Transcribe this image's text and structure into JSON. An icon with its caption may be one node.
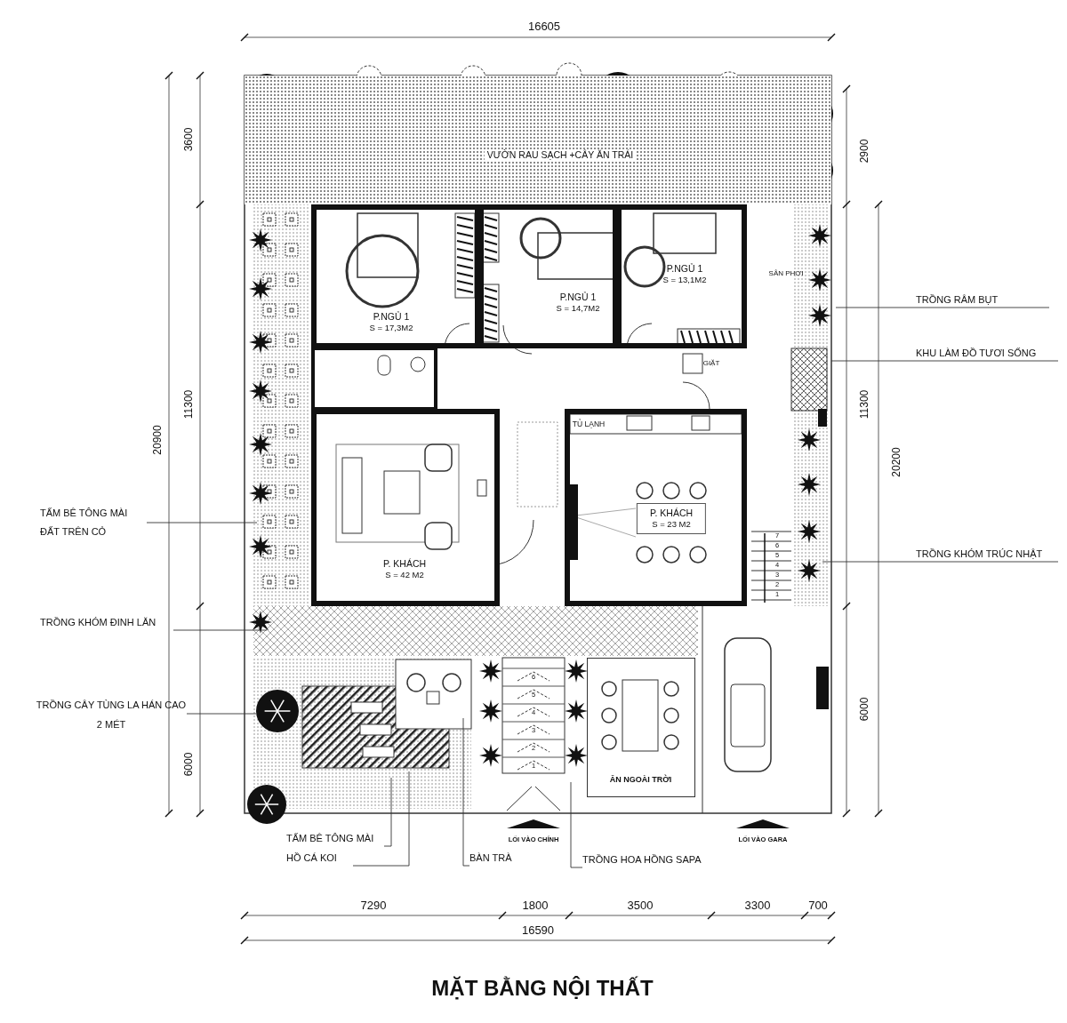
{
  "diagram": {
    "title": "MẶT BẰNG NỘI THẤT",
    "nodes": [
      {
        "text": [
          "VƯỜN RAU SẠCH +CÂY ĂN TRÁI"
        ]
      },
      {
        "text": [
          "P.NGỦ 1",
          "S = 17,3M2"
        ]
      },
      {
        "text": [
          "P.NGỦ 1",
          "S = 14,7M2"
        ]
      },
      {
        "text": [
          "P.NGỦ 1",
          "S = 13,1M2"
        ]
      },
      {
        "text": [
          "P. KHÁCH",
          "S = 42 M2"
        ]
      },
      {
        "text": [
          "P. KHÁCH",
          "S = 23 M2"
        ]
      },
      {
        "text": [
          "ĂN NGOÀI TRỜI"
        ]
      },
      {
        "text": [
          "TRỒNG RÂM BỤT"
        ]
      },
      {
        "text": [
          "KHU LÀM ĐỒ TƯƠI SỐNG"
        ]
      },
      {
        "text": [
          "TRỒNG KHÓM TRÚC NHẬT"
        ]
      },
      {
        "text": [
          "TẤM BÊ TÔNG MÀI ĐẤT TRÊN CỎ"
        ]
      },
      {
        "text": [
          "TRỒNG KHÓM ĐINH LĂN"
        ]
      },
      {
        "text": [
          "TRỒNG CÂY TÙNG LA HÁN CAO 2 MÉT"
        ]
      },
      {
        "text": [
          "TẤM BÊ TÔNG MÀI"
        ]
      },
      {
        "text": [
          "HỒ CÁ KOI"
        ]
      },
      {
        "text": [
          "BÀN TRÀ"
        ]
      },
      {
        "text": [
          "TRỒNG HOA HỒNG SAPA"
        ]
      }
    ],
    "edges": [
      {
        "from": 7,
        "to": null,
        "arrow": "none"
      },
      {
        "from": 8,
        "to": null,
        "arrow": "none"
      },
      {
        "from": 9,
        "to": null,
        "arrow": "none"
      },
      {
        "from": 10,
        "to": null,
        "arrow": "none"
      },
      {
        "from": 11,
        "to": null,
        "arrow": "none"
      },
      {
        "from": 12,
        "to": null,
        "arrow": "none"
      },
      {
        "from": 13,
        "to": null,
        "arrow": "none"
      },
      {
        "from": 14,
        "to": null,
        "arrow": "none"
      },
      {
        "from": 15,
        "to": null,
        "arrow": "none"
      },
      {
        "from": 16,
        "to": null,
        "arrow": "none"
      }
    ],
    "labels": [
      "16605",
      "3600",
      "2900",
      "SÂN PHƠI",
      "GIẶT",
      "11300",
      "20900",
      "TỦ LẠNH",
      "11300",
      "20200",
      "7",
      "6",
      "5",
      "4",
      "3",
      "2",
      "1",
      "6000",
      "6000",
      "6",
      "5",
      "4",
      "3",
      "2",
      "1",
      "LỐI VÀO CHÍNH",
      "LỐI VÀO GARA",
      "7290",
      "1800",
      "3500",
      "3300",
      "700",
      "16590"
    ]
  }
}
